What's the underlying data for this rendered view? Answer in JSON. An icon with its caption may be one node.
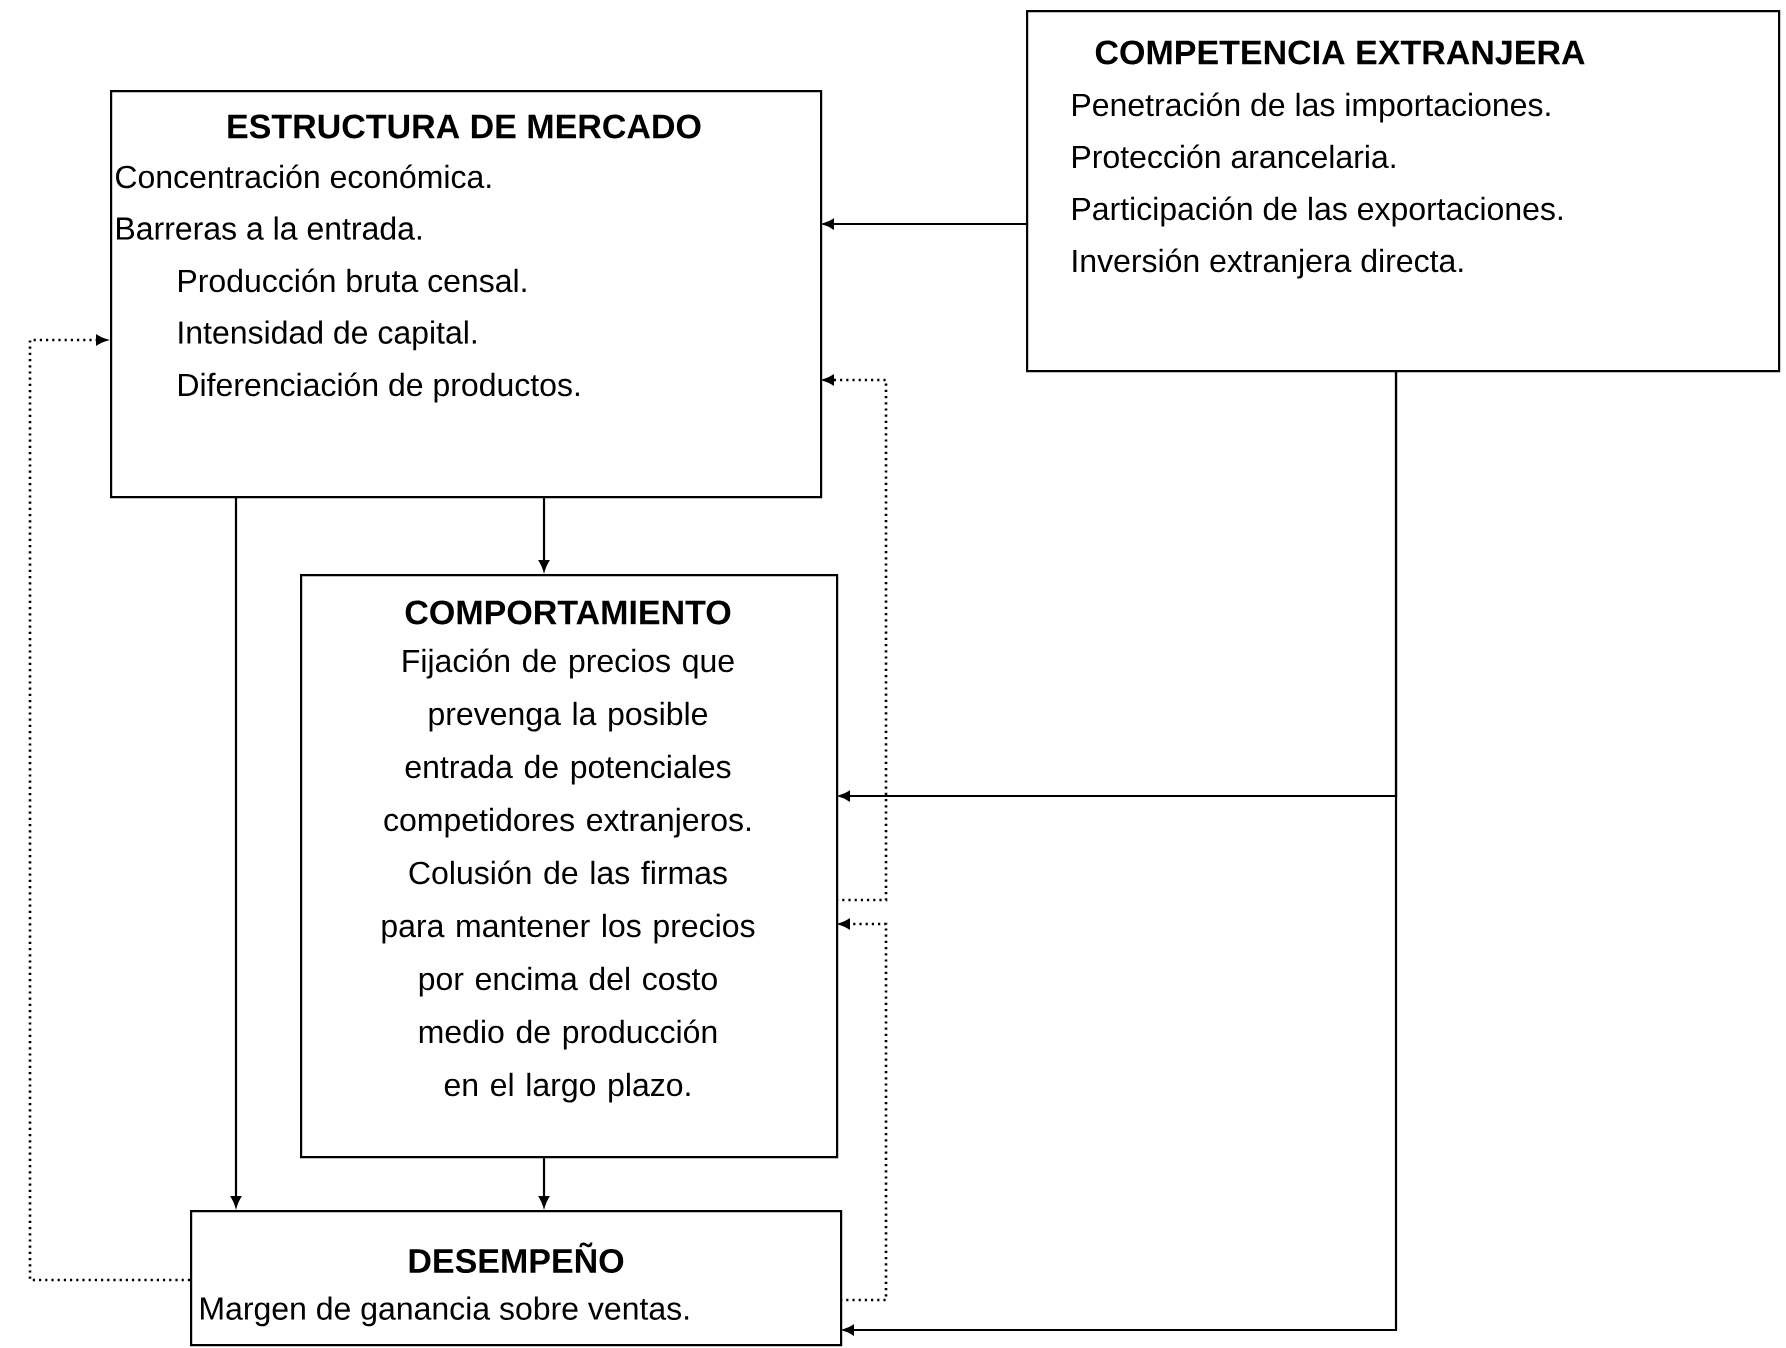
{
  "diagram": {
    "nodes": [
      {
        "text": [
          "ESTRUCTURA DE MERCADO",
          "Concentración económica.",
          "Barreras a la entrada.",
          "Producción bruta censal.",
          "Intensidad de capital.",
          "Diferenciación de productos."
        ]
      },
      {
        "text": [
          "COMPETENCIA EXTRANJERA",
          "Penetración de las importaciones.",
          "Protección arancelaria.",
          "Participación de las exportaciones.",
          "Inversión extranjera directa."
        ]
      },
      {
        "text": [
          "COMPORTAMIENTO",
          "Fijación de precios que prevenga la posible entrada de potenciales competidores extranjeros.",
          "Colusión de las firmas para mantener los precios por encima del costo medio de producción en el largo plazo."
        ]
      },
      {
        "text": [
          "DESEMPEÑO",
          "Margen de ganancia sobre ventas."
        ]
      }
    ],
    "edges": [
      {
        "from": 1,
        "to": 0,
        "arrow": "to"
      },
      {
        "from": 0,
        "to": 2,
        "arrow": "to"
      },
      {
        "from": 0,
        "to": 3,
        "arrow": "to"
      },
      {
        "from": 2,
        "to": 3,
        "arrow": "to"
      },
      {
        "from": 1,
        "to": 2,
        "arrow": "to"
      },
      {
        "from": 1,
        "to": 3,
        "arrow": "to"
      },
      {
        "from": 2,
        "to": 0,
        "arrow": "to",
        "style": "dashed"
      },
      {
        "from": 3,
        "to": 2,
        "arrow": "to",
        "style": "dashed"
      },
      {
        "from": 3,
        "to": 0,
        "arrow": "to",
        "style": "dashed"
      }
    ]
  }
}
